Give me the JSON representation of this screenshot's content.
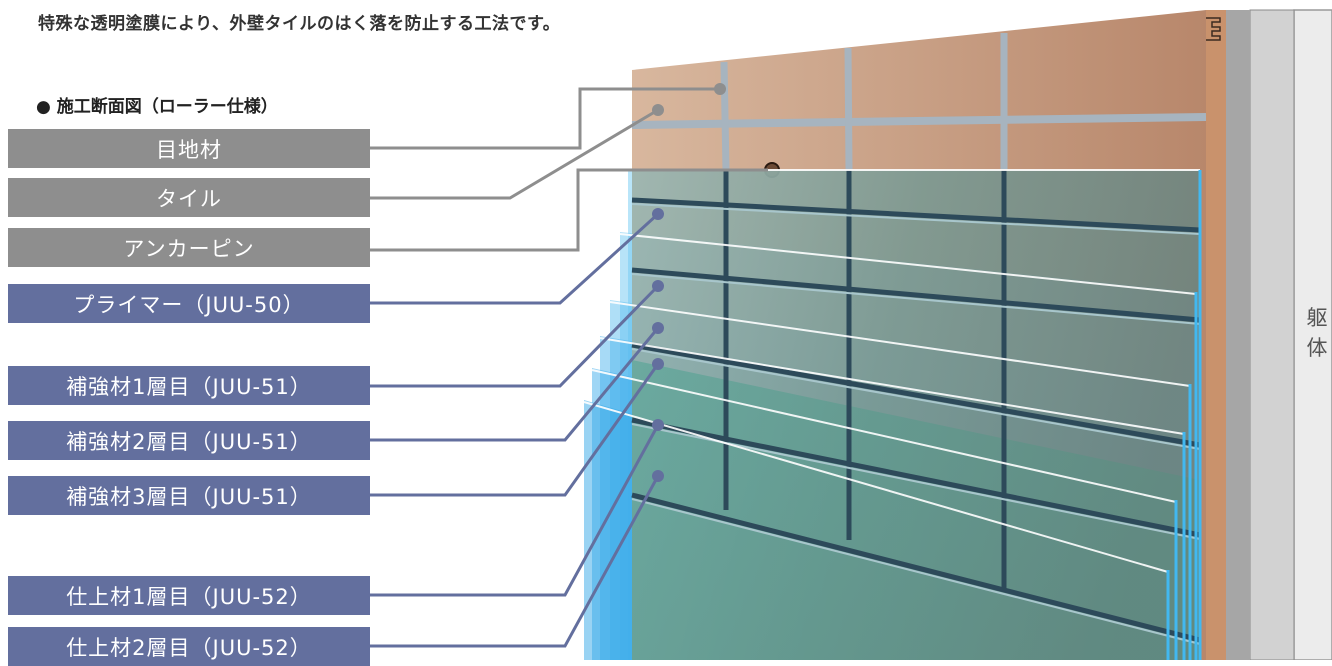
{
  "intro_text": "特殊な透明塗膜により、外壁タイルのはく落を防止する工法です。",
  "section_title": "● 施工断面図（ローラー仕様）",
  "labels": [
    "目地材",
    "タイル",
    "アンカーピン",
    "プライマー（JUU-50）",
    "補強材1層目（JUU-51）",
    "補強材2層目（JUU-51）",
    "補強材3層目（JUU-51）",
    "仕上材1層目（JUU-52）",
    "仕上材2層目（JUU-52）"
  ],
  "structure_label": "躯体",
  "colors": {
    "gray_label": "#8e8e8e",
    "blue_label": "#636f9e",
    "tile": "#c9a58b",
    "joint": "#a7b4bf",
    "coating_edge": "#42b8f0"
  }
}
